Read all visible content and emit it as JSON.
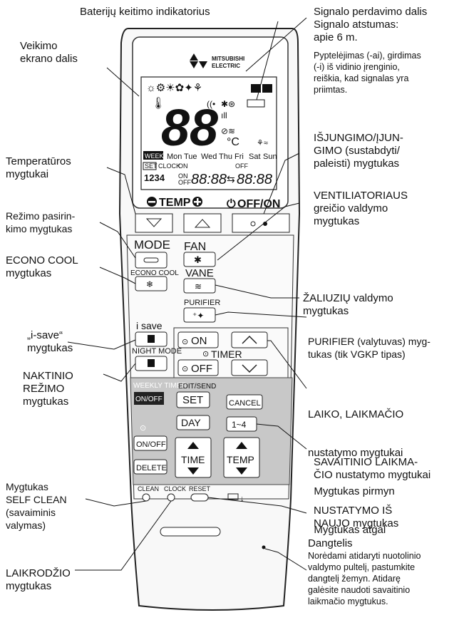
{
  "brand": {
    "name1": "MITSUBISHI",
    "name2": "ELECTRIC"
  },
  "display": {
    "temperature": "88",
    "unit": "°C",
    "days": [
      "WEEKLY",
      "Mon",
      "Tue",
      "Wed",
      "Thu",
      "Fri",
      "Sat",
      "Sun"
    ],
    "set_label": "SET",
    "clock_label": "CLOCK",
    "on_label": "ON",
    "off_label": "OFF",
    "prog": "1234",
    "time1": "88:88",
    "time2": "88:88"
  },
  "buttons": {
    "temp": "TEMP",
    "off_on": "OFF/ON",
    "mode": "MODE",
    "econo_cool": "ECONO COOL",
    "fan": "FAN",
    "vane": "VANE",
    "purifier": "PURIFIER",
    "i_save": "i save",
    "night_mode": "NIGHT MODE",
    "on": "ON",
    "timer": "TIMER",
    "off": "OFF",
    "weekly_timer": "WEEKLY TIMER",
    "weekly_on_off": "ON/OFF",
    "edit_send": "EDIT/SEND",
    "set": "SET",
    "cancel": "CANCEL",
    "day": "DAY",
    "one_to_four": "1~4",
    "on_off": "ON/OFF",
    "delete": "DELETE",
    "time": "TIME",
    "temp2": "TEMP",
    "clean": "CLEAN",
    "clock": "CLOCK",
    "reset": "RESET"
  },
  "annotations": {
    "battery": "Baterijų keitimo indikatorius",
    "signal": [
      "Signalo perdavimo dalis",
      "Signalo atstumas:",
      "apie 6 m."
    ],
    "signal_note": [
      "Pyptelėjimas (-ai), girdimas",
      "(-i) iš vidinio įrenginio,",
      "reiškia, kad signalas yra",
      "priimtas."
    ],
    "display_area": [
      "Veikimo",
      "ekrano dalis"
    ],
    "off_on": [
      "IŠJUNGIMO/ĮJUN-",
      "GIMO (sustabdyti/",
      "paleisti) mygtukas"
    ],
    "temperature": [
      "Temperatūros",
      "mygtukai"
    ],
    "fan_speed": [
      "VENTILIATORIAUS",
      "greičio valdymo",
      "mygtukas"
    ],
    "mode": [
      "Režimo pasirin-",
      "kimo mygtukas"
    ],
    "econo": [
      "ECONO COOL",
      "mygtukas"
    ],
    "vane": [
      "ŽALIUZIŲ valdymo",
      "mygtukas"
    ],
    "isave": [
      "„i-save“",
      "mygtukas"
    ],
    "purifier": [
      "PURIFIER (valytuvas) myg-",
      "tukas (tik VGKP tipas)"
    ],
    "night": [
      "NAKTINIO",
      "REŽIMO",
      "mygtukas"
    ],
    "timer": [
      "LAIKO, LAIKMAČIO",
      "nustatymo mygtukai",
      "  Mygtukas pirmyn",
      "  Mygtukas atgal"
    ],
    "weekly": [
      "SAVAITINIO LAIKMA-",
      "ČIO nustatymo mygtukai"
    ],
    "self_clean": [
      "Mygtukas",
      "SELF CLEAN",
      "(savaiminis",
      "valymas)"
    ],
    "reset": [
      "NUSTATYMO IŠ",
      "NAUJO mygtukas"
    ],
    "lid": [
      "Dangtelis",
      "Norėdami atidaryti nuotolinio",
      "valdymo pultelį, pastumkite",
      "dangtelį žemyn. Atidarę",
      "galėsite naudoti savaitinio",
      "laikmačio mygtukus."
    ],
    "clock": [
      "LAIKRODŽIO",
      "mygtukas"
    ]
  }
}
